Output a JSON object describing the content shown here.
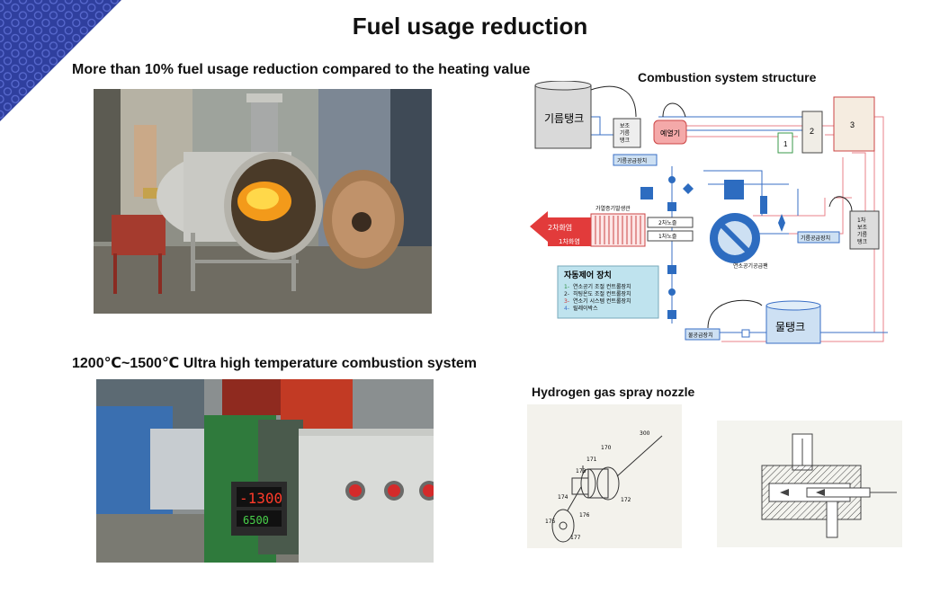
{
  "page": {
    "title": "Fuel usage reduction",
    "section1_heading": "More than 10% fuel usage reduction compared to the heating value",
    "section2_heading": "Combustion system structure",
    "section3_heading": "1200℃~1500℃ Ultra high temperature combustion system",
    "section4_heading": "Hydrogen gas spray nozzle"
  },
  "diagram": {
    "oil_tank": "기름탱크",
    "aux_tank": [
      "보조",
      "기름",
      "탱크"
    ],
    "preheater": "예열기",
    "oil_supply": "기름공급장치",
    "box1": "1",
    "box2": "2",
    "box3": "3",
    "tank1": [
      "1차",
      "보조",
      "기름",
      "탱크"
    ],
    "oil_supply2": "기름공급장치",
    "second_flame": "2차화염",
    "first_flame": "1차화염",
    "gasifier": "가열증기발생관",
    "nozzle2": "2차노즐",
    "nozzle1": "1차노즐",
    "air_supply": "연소공기공급팬",
    "water_tank": "물탱크",
    "water_supply": "물공급장치",
    "control_title": "자동제어 장치",
    "control_items": [
      {
        "num": "1-",
        "text": "연소공기 조절 컨트롤장치"
      },
      {
        "num": "2-",
        "text": "히팅온도 조절 컨트롤장치"
      },
      {
        "num": "3-",
        "text": "연소기 시스템 컨트롤장치"
      },
      {
        "num": "4-",
        "text": "릴레이박스"
      }
    ]
  },
  "controller": {
    "pv": "-1300",
    "sv": "6500"
  },
  "nozzle": {
    "part_labels": [
      "300",
      "170",
      "171",
      "172",
      "173",
      "174",
      "175",
      "176",
      "177"
    ]
  }
}
